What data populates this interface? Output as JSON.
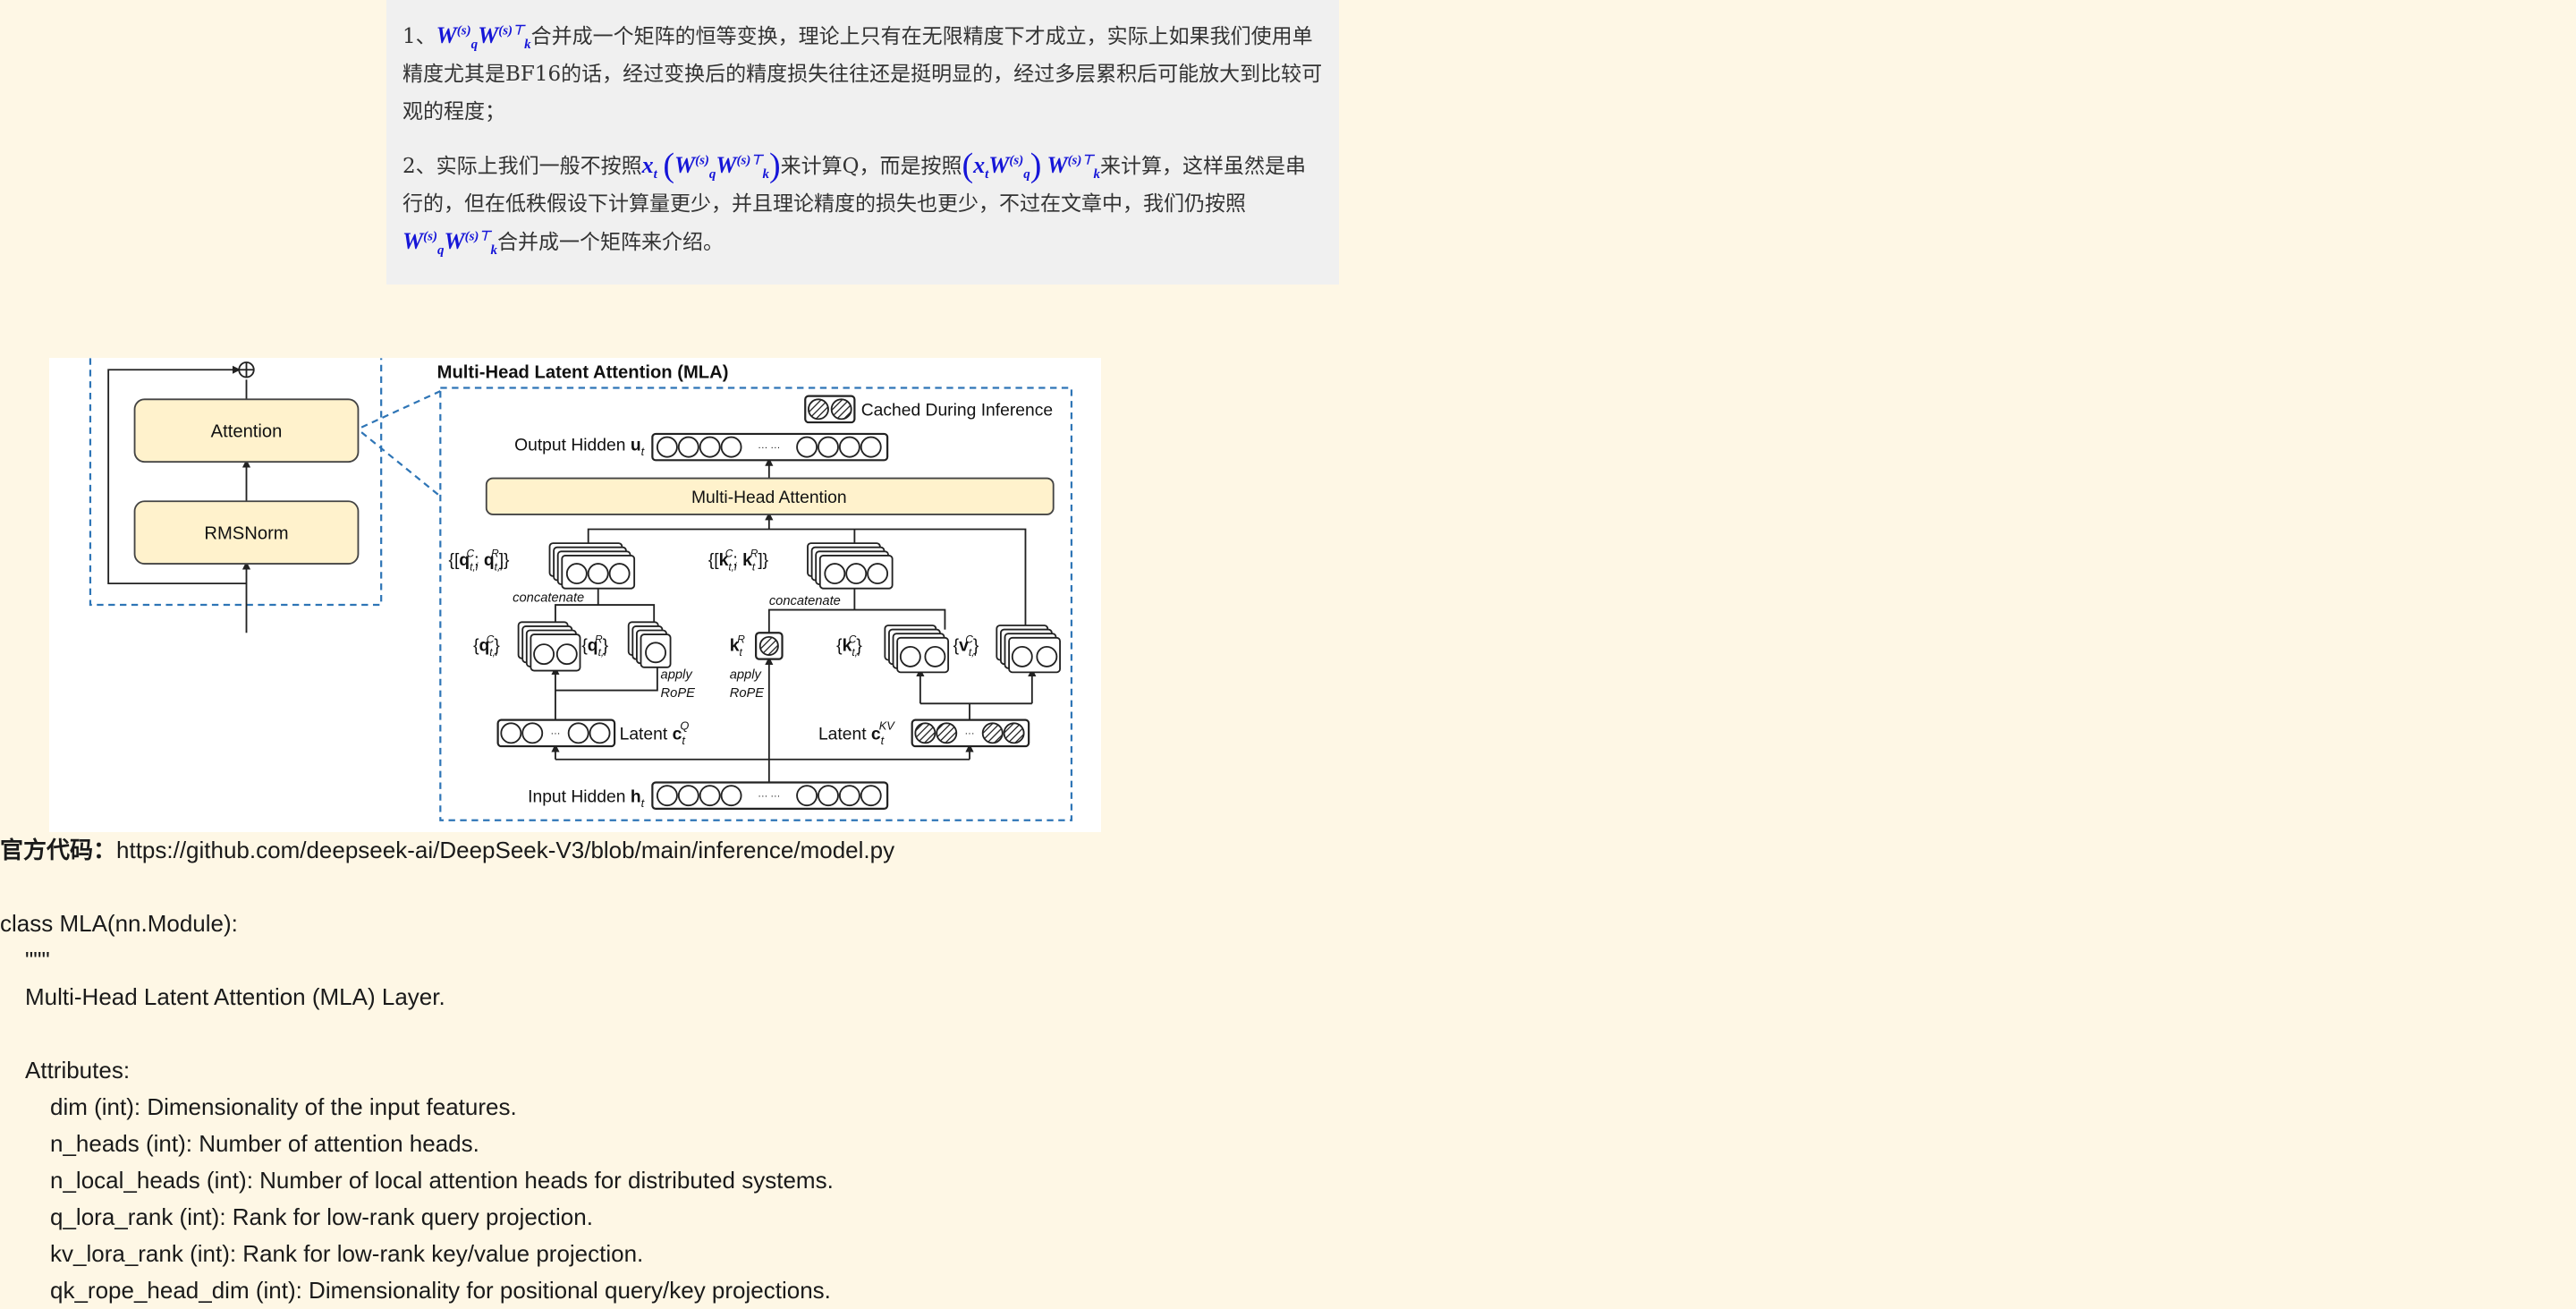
{
  "note": {
    "p1": {
      "num": "1、",
      "math_W": "W",
      "sub_q": "q",
      "sup_s": "(s)",
      "sub_k": "k",
      "sup_sT": "(s)⊤",
      "text": "合并成一个矩阵的恒等变换，理论上只有在无限精度下才成立，实际上如果我们使用单精度尤其是BF16的话，经过变换后的精度损失往往还是挺明显的，经过多层累积后可能放大到比较可观的程度；"
    },
    "p2": {
      "num": "2、",
      "text_a": "实际上我们一般不按照",
      "x": "x",
      "sub_t": "t",
      "text_b": "来计算Q，而是按照",
      "text_c": "来计算，这样虽然是串行的，但在低秩假设下计算量更少，并且理论精度的损失也更少，不过在文章中，我们仍按照",
      "text_d": "合并成一个矩阵来介绍。"
    }
  },
  "diagram": {
    "block_attention": "Attention",
    "block_rmsnorm": "RMSNorm",
    "title": "Multi-Head Latent Attention (MLA)",
    "legend": "Cached During Inference",
    "output_hidden": "Output Hidden",
    "u": "u",
    "mha": "Multi-Head Attention",
    "input_hidden": "Input Hidden",
    "h": "h",
    "t": "t",
    "concatenate": "concatenate",
    "apply": "apply",
    "rope": "RoPE",
    "latent": "Latent",
    "c": "c",
    "Q": "Q",
    "KV": "KV",
    "q": "q",
    "k": "k",
    "v": "v",
    "C": "C",
    "R": "R",
    "ti": "t,i",
    "lbrace_bracket": "{[",
    "rbracket_brace": "]}",
    "lbrace": "{",
    "rbrace": "}",
    "semicolon": "; ",
    "dots": "··· ···",
    "dot": "···"
  },
  "code": {
    "label": "官方代码：",
    "url": "https://github.com/deepseek-ai/DeepSeek-V3/blob/main/inference/model.py",
    "lines": [
      "class MLA(nn.Module):",
      "\"\"\"",
      "Multi-Head Latent Attention (MLA) Layer.",
      "Attributes:",
      "dim (int): Dimensionality of the input features.",
      "n_heads (int): Number of attention heads.",
      "n_local_heads (int): Number of local attention heads for distributed systems.",
      "q_lora_rank (int): Rank for low-rank query projection.",
      "kv_lora_rank (int): Rank for low-rank key/value projection.",
      "qk_rope_head_dim (int): Dimensionality for positional query/key projections."
    ]
  },
  "colors": {
    "background": "#fef7e5",
    "quote_bg": "#f0f0f0",
    "math": "#1515d8",
    "dashed": "#2e75b6",
    "block_fill": "#fff2cc"
  }
}
